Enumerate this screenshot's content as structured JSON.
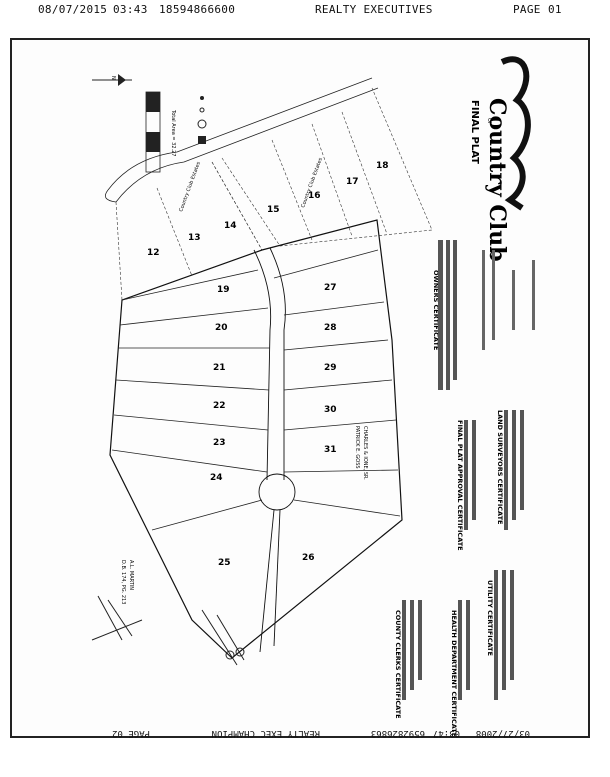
{
  "header": {
    "date": "08/07/2015",
    "time": "03:43",
    "phone": "18594866600",
    "company": "REALTY EXECUTIVES",
    "page_label": "PAGE",
    "page_number": "01"
  },
  "footer": {
    "date": "03/27/2008",
    "time": "03:47",
    "phone": "6592826863",
    "company": "REALTY EXEC CHAMPION",
    "page": "PAGE 02"
  },
  "plat": {
    "title_top": "FINAL PLAT",
    "title_of": "OF",
    "title_main": "Country Club",
    "total_area": "Total Area = 32.27",
    "north_label": "N",
    "subdivision_label_1": "Country Club Estates",
    "subdivision_label_2": "Country Club Estates",
    "adjoiner": "A.L. MARTIN",
    "adjoiner_ref": "D.B. 174, PG. 213",
    "owner_ref": "CHARLES & IONE, SR.",
    "owner_ref_2": "PATRICK E. GOSS",
    "lots": [
      "12",
      "13",
      "14",
      "15",
      "16",
      "17",
      "18",
      "19",
      "20",
      "21",
      "22",
      "23",
      "24",
      "25",
      "26",
      "27",
      "28",
      "29",
      "30",
      "31"
    ]
  },
  "certificates": {
    "owners": "OWNERS CERTIFICATE",
    "final_plat_approval": "FINAL PLAT APPROVAL CERTIFICATE",
    "land_surveyors": "LAND SURVEYORS CERTIFICATE",
    "utility": "UTILITY CERTIFICATE",
    "health_department": "HEALTH DEPARTMENT CERTIFICATE",
    "county_clerk": "COUNTY CLERKS CERTIFICATE"
  }
}
